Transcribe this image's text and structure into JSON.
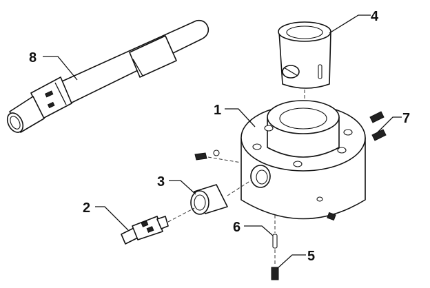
{
  "diagram": {
    "labels": [
      {
        "id": "part-1",
        "text": "1"
      },
      {
        "id": "part-2",
        "text": "2"
      },
      {
        "id": "part-3",
        "text": "3"
      },
      {
        "id": "part-4",
        "text": "4"
      },
      {
        "id": "part-5",
        "text": "5"
      },
      {
        "id": "part-6",
        "text": "6"
      },
      {
        "id": "part-7",
        "text": "7"
      },
      {
        "id": "part-8",
        "text": "8"
      }
    ]
  }
}
